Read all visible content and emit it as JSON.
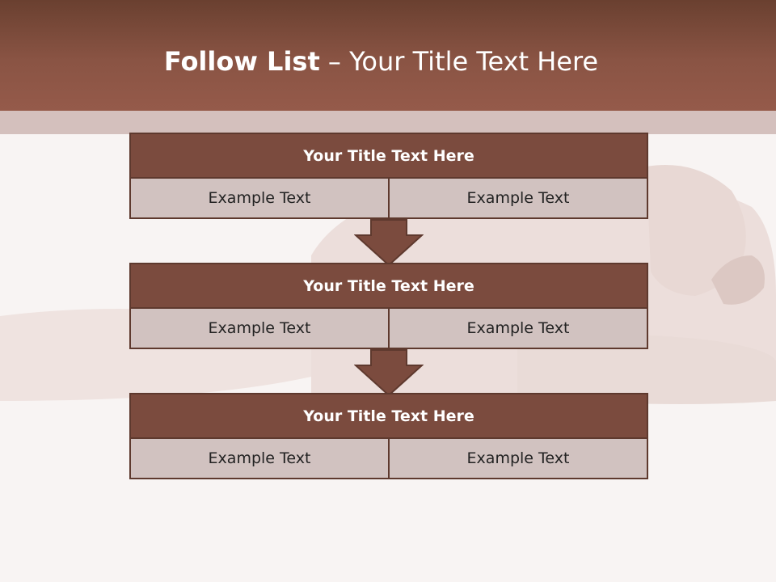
{
  "slide": {
    "title_bold": "Follow List",
    "title_rest": " – Your Title Text Here"
  },
  "blocks": [
    {
      "title": "Your Title Text Here",
      "left": "Example Text",
      "right": "Example Text"
    },
    {
      "title": "Your Title Text Here",
      "left": "Example Text",
      "right": "Example Text"
    },
    {
      "title": "Your Title Text Here",
      "left": "Example Text",
      "right": "Example Text"
    }
  ],
  "colors": {
    "header": "#8a5444",
    "band": "#d4c0bd",
    "block_title": "#7b4b3e",
    "cell": "#d1c2c0",
    "border": "#5e392e"
  }
}
